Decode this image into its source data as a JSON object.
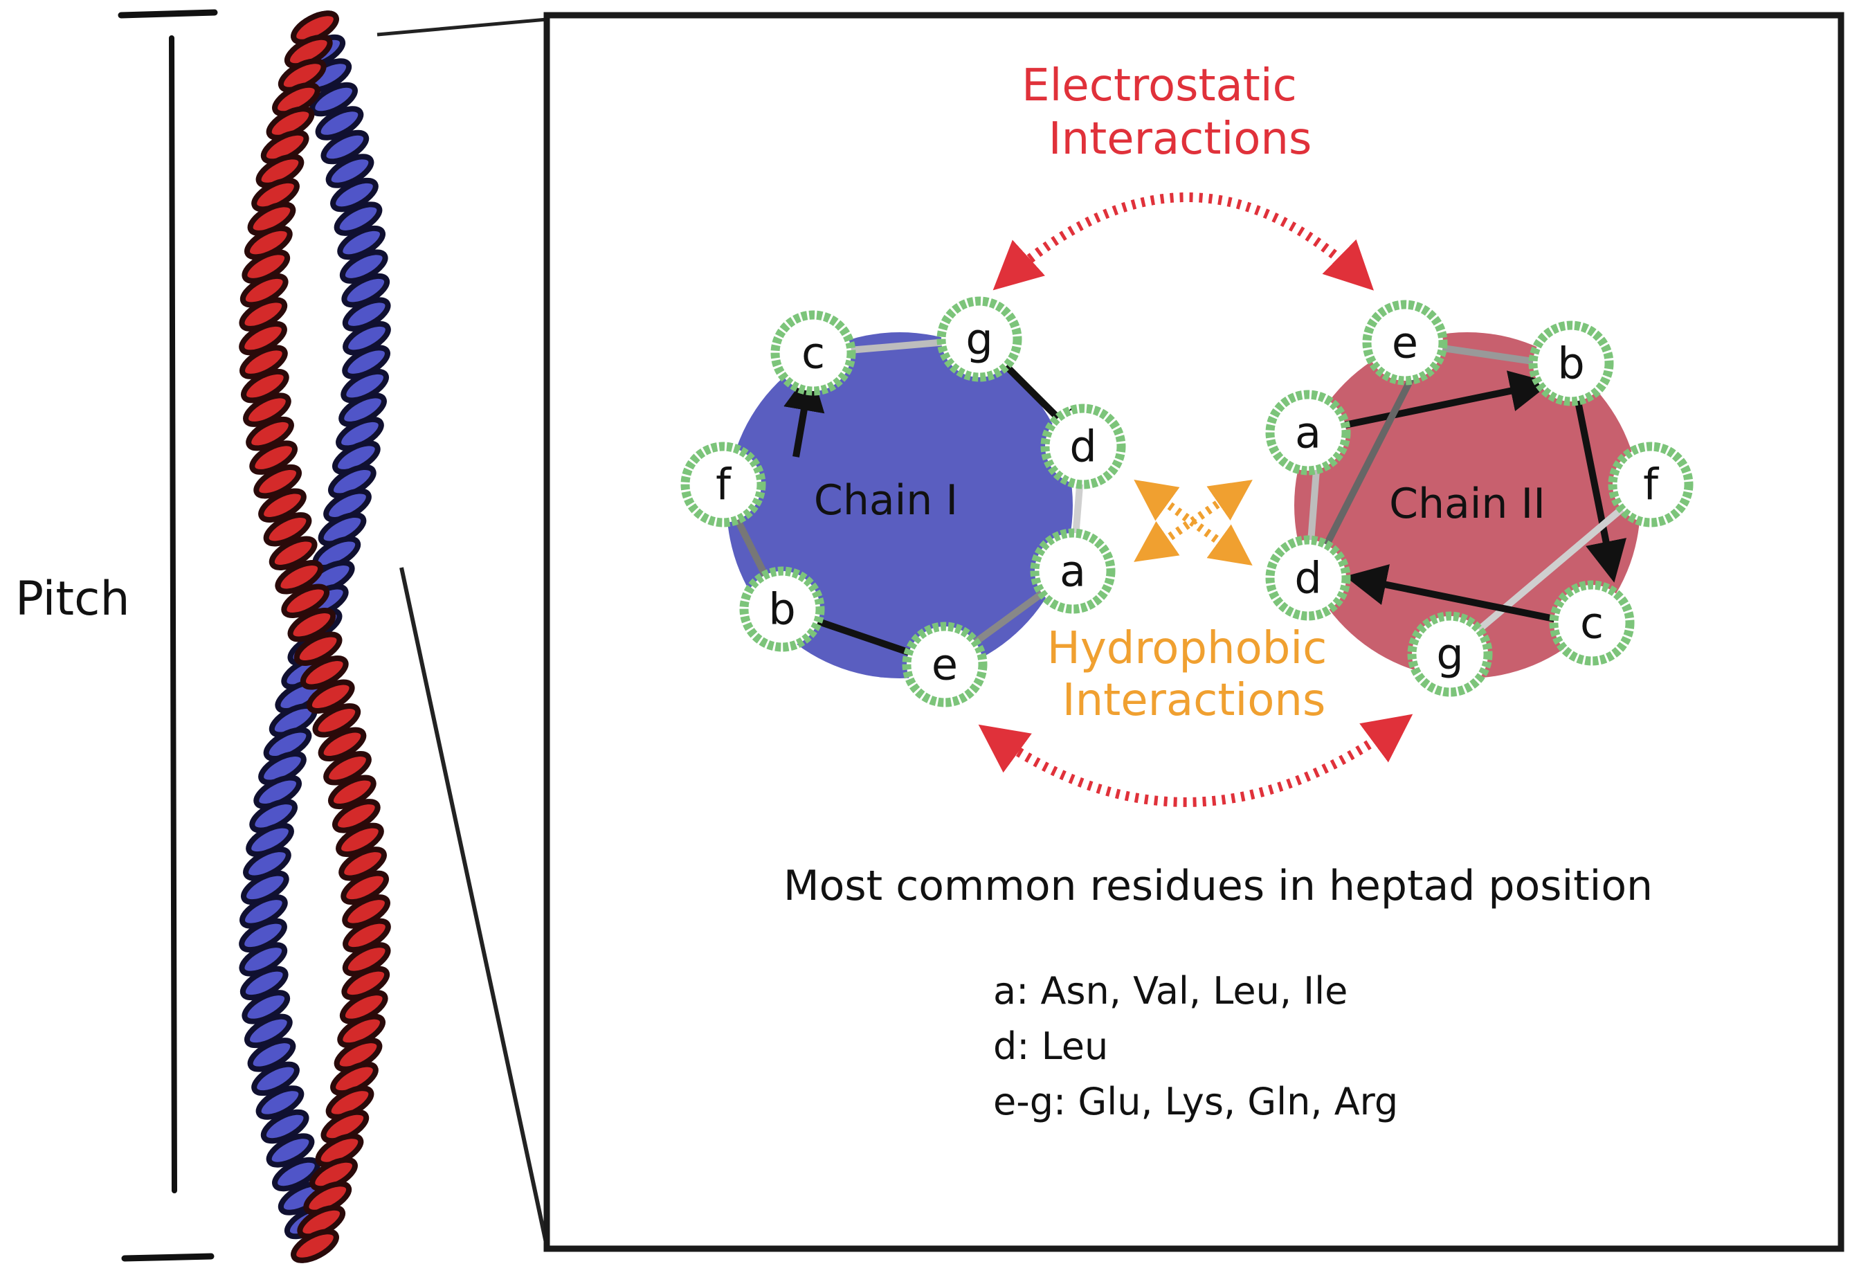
{
  "pitch_label": "Pitch",
  "electrostatic": {
    "line1": "Electrostatic",
    "line2": "Interactions",
    "color": "#e0313a"
  },
  "hydrophobic": {
    "line1": "Hydrophobic",
    "line2": "Interactions",
    "color": "#f0a030"
  },
  "chain1": {
    "label": "Chain I",
    "color": "#5a5ec0",
    "residues": [
      "c",
      "g",
      "d",
      "a",
      "e",
      "b",
      "f"
    ]
  },
  "chain2": {
    "label": "Chain II",
    "color": "#c8606e",
    "residues": [
      "e",
      "b",
      "f",
      "c",
      "g",
      "d",
      "a"
    ]
  },
  "residue_ring_color": "#7cc47a",
  "helix_colors": {
    "red": "#d42a2a",
    "blue": "#5055c8"
  },
  "info": {
    "title": "Most common residues in heptad position",
    "lines": [
      "a: Asn, Val, Leu, Ile",
      "d: Leu",
      "e-g: Glu, Lys, Gln, Arg"
    ]
  }
}
